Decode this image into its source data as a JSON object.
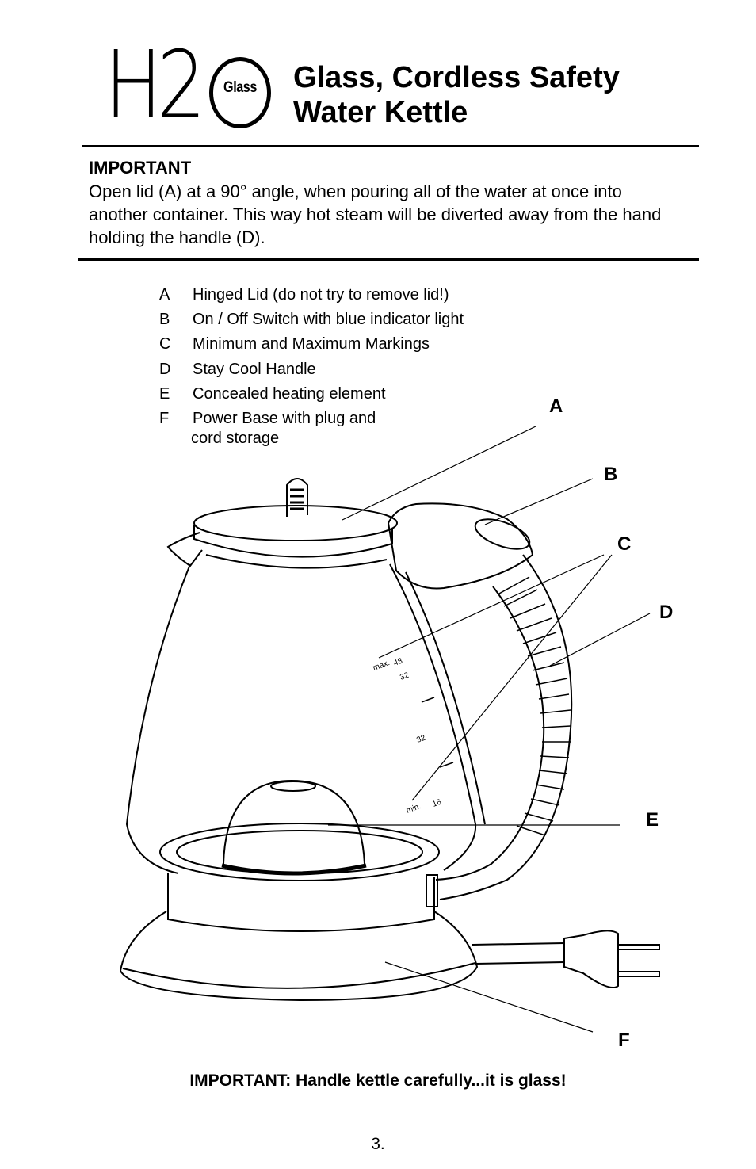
{
  "logo": {
    "main": "H2",
    "glass": "Glass"
  },
  "title": {
    "line1": "Glass, Cordless Safety",
    "line2": "Water Kettle"
  },
  "important": {
    "heading": "IMPORTANT",
    "body": "Open lid (A) at a 90° angle, when pouring all of the water at once into another container. This way hot steam will be diverted away from the hand holding the handle (D)."
  },
  "legend": [
    {
      "letter": "A",
      "text": "Hinged Lid (do not try to remove lid!)"
    },
    {
      "letter": "B",
      "text": "On / Off Switch with blue indicator light"
    },
    {
      "letter": "C",
      "text": "Minimum and Maximum Markings"
    },
    {
      "letter": "D",
      "text": "Stay Cool Handle"
    },
    {
      "letter": "E",
      "text": "Concealed heating element"
    },
    {
      "letter": "F",
      "text": "Power Base with plug and",
      "text2": "cord storage"
    }
  ],
  "diagram": {
    "callouts": [
      "A",
      "B",
      "C",
      "D",
      "E",
      "F"
    ],
    "markings": {
      "max": "max.",
      "v48": "48",
      "v32top": "32",
      "v32": "32",
      "min": "min.",
      "v16": "16"
    }
  },
  "footer": {
    "warning": "IMPORTANT: Handle kettle carefully...it is glass!",
    "page_number": "3."
  }
}
